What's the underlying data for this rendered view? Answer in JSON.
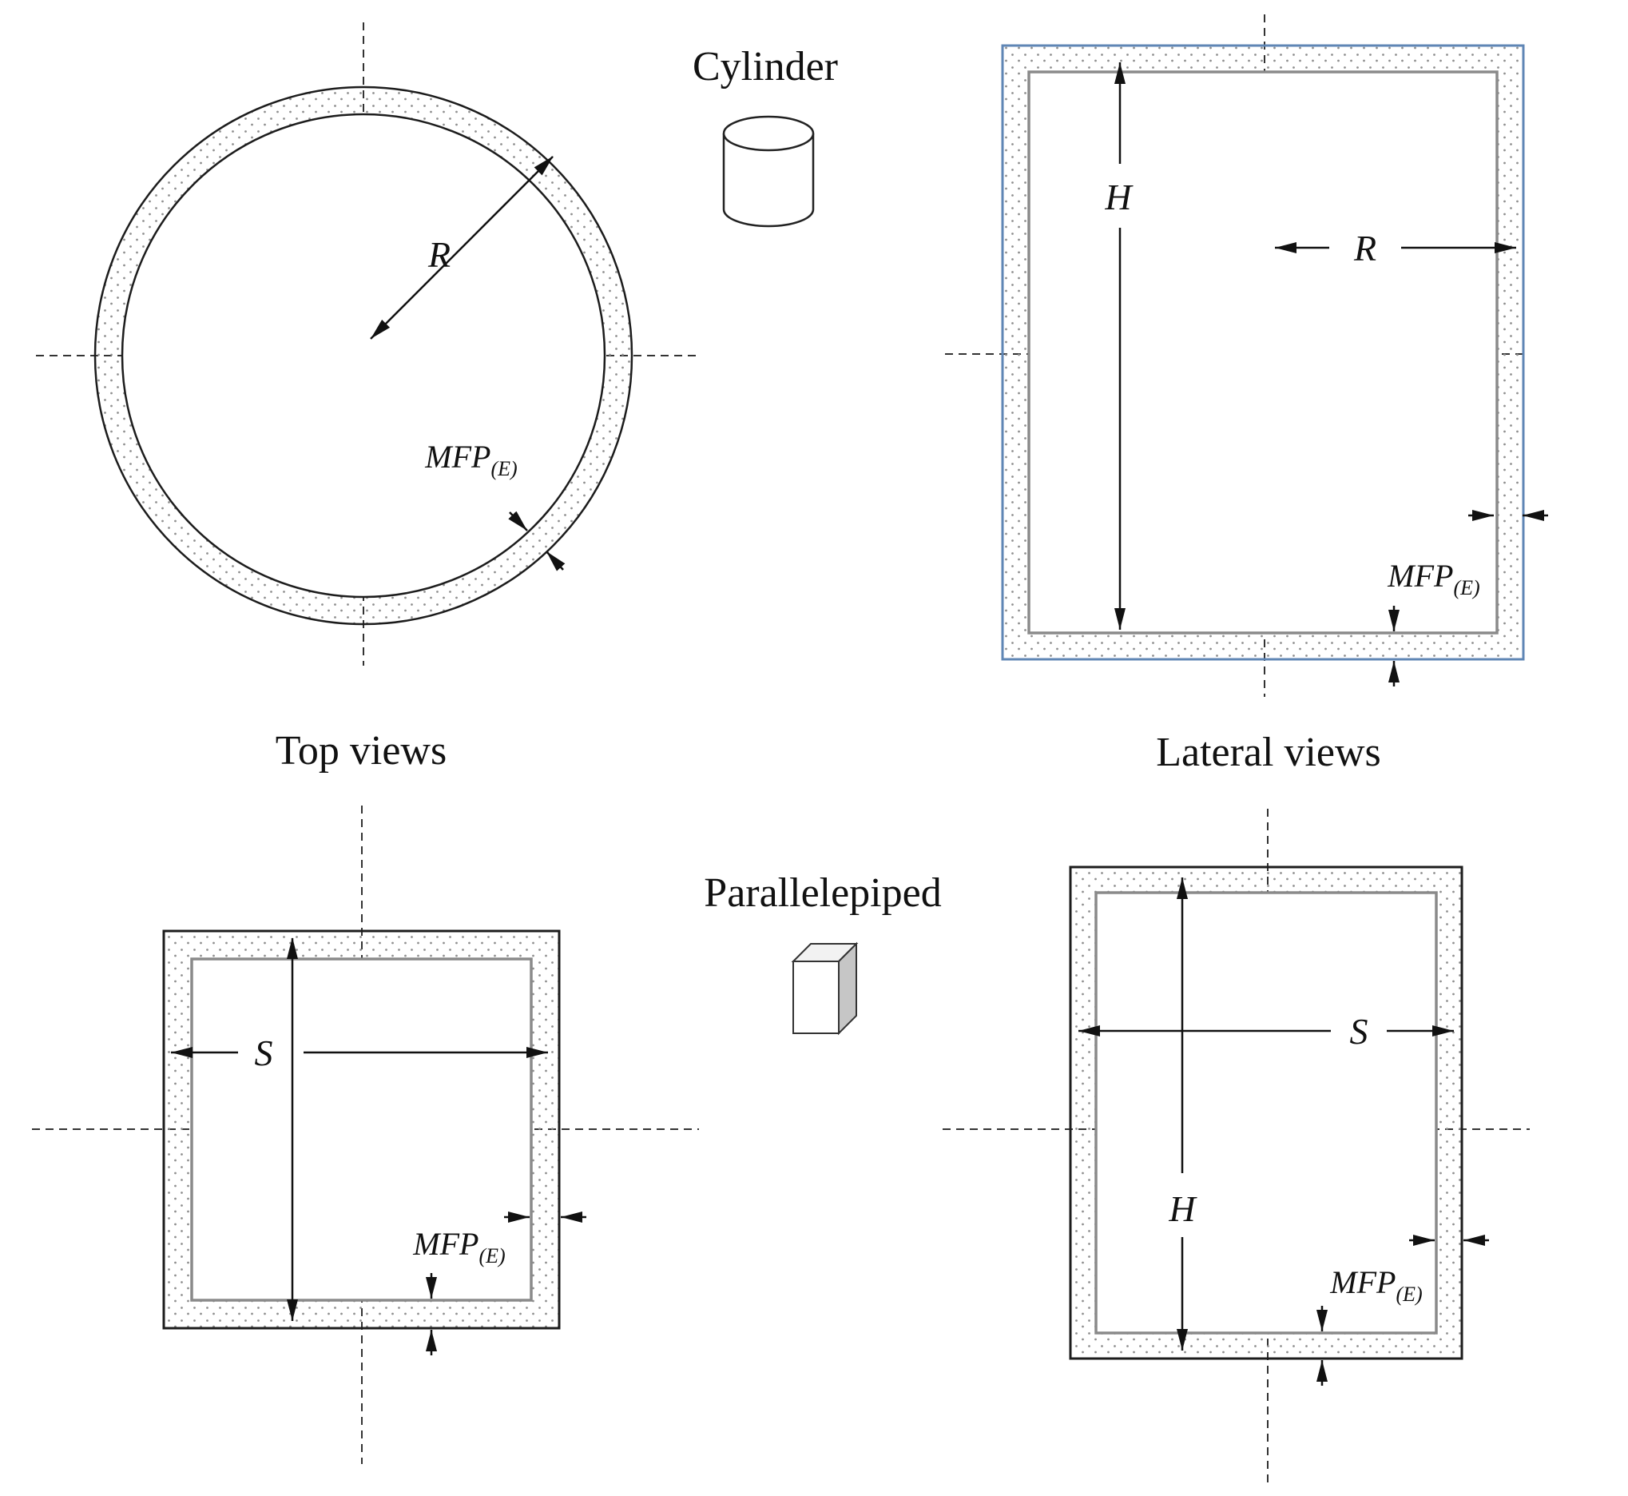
{
  "colors": {
    "outline_blue": "#5f86b5",
    "line_dark": "#1c1c1c",
    "inner_gray": "#8a8a8a",
    "dot_gray": "#8f8f8f",
    "face_gray": "#c6c6c6"
  },
  "sections": {
    "top_views": "Top views",
    "lateral_views": "Lateral views"
  },
  "cylinder": {
    "label": "Cylinder",
    "top_view": {
      "radius_label": "R",
      "mfp": "MFP",
      "mfp_sub": "(E)"
    },
    "lateral_view": {
      "height_label": "H",
      "radius_label": "R",
      "mfp": "MFP",
      "mfp_sub": "(E)"
    }
  },
  "parallelepiped": {
    "label": "Parallelepiped",
    "top_view": {
      "side_label": "S",
      "mfp": "MFP",
      "mfp_sub": "(E)"
    },
    "lateral_view": {
      "side_label": "S",
      "height_label": "H",
      "mfp": "MFP",
      "mfp_sub": "(E)"
    }
  }
}
